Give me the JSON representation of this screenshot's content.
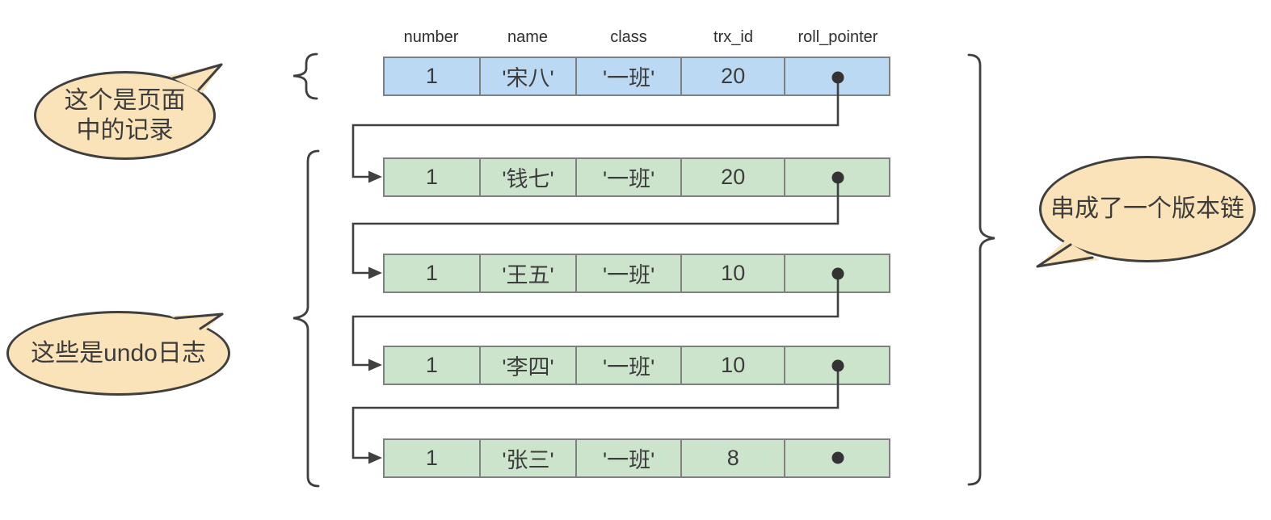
{
  "table": {
    "headers": [
      "number",
      "name",
      "class",
      "trx_id",
      "roll_pointer"
    ],
    "rows": [
      {
        "kind": "page-record",
        "number": "1",
        "name": "'宋八'",
        "class": "'一班'",
        "trx_id": "20"
      },
      {
        "kind": "undo-log",
        "number": "1",
        "name": "'钱七'",
        "class": "'一班'",
        "trx_id": "20"
      },
      {
        "kind": "undo-log",
        "number": "1",
        "name": "'王五'",
        "class": "'一班'",
        "trx_id": "10"
      },
      {
        "kind": "undo-log",
        "number": "1",
        "name": "'李四'",
        "class": "'一班'",
        "trx_id": "10"
      },
      {
        "kind": "undo-log",
        "number": "1",
        "name": "'张三'",
        "class": "'一班'",
        "trx_id": "8"
      }
    ]
  },
  "callouts": [
    {
      "id": "page-record",
      "text": "这个是页面\n中的记录"
    },
    {
      "id": "undo-logs",
      "text": "这些是undo日志"
    },
    {
      "id": "version-chain",
      "text": "串成了一个版本链"
    }
  ],
  "colors": {
    "page_row": "#BBD9F2",
    "undo_row": "#CCE4CC",
    "callout": "#FBE3B9",
    "border": "#808080",
    "line": "#404040"
  }
}
